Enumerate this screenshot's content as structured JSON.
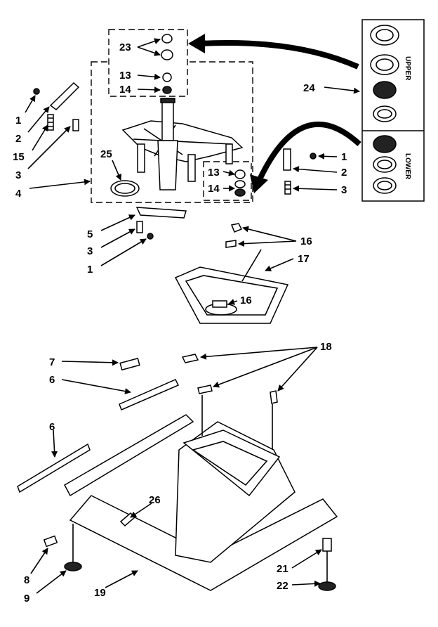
{
  "labels": {
    "l1a": "1",
    "l2a": "2",
    "l15": "15",
    "l3a": "3",
    "l4": "4",
    "l23": "23",
    "l13a": "13",
    "l14a": "14",
    "l25": "25",
    "l13b": "13",
    "l14b": "14",
    "l1b": "1",
    "l2b": "2",
    "l3b": "3",
    "l24": "24",
    "l5": "5",
    "l3c": "3",
    "l1c": "1",
    "l16a": "16",
    "l16b": "16",
    "l17": "17",
    "l7": "7",
    "l6a": "6",
    "l18": "18",
    "l6b": "6",
    "l26": "26",
    "l8": "8",
    "l9": "9",
    "l19": "19",
    "l21": "21",
    "l22": "22"
  },
  "kit_box": {
    "upper": "UPPER",
    "lower": "LOWER"
  },
  "colors": {
    "ink": "#000000",
    "paper": "#ffffff"
  }
}
